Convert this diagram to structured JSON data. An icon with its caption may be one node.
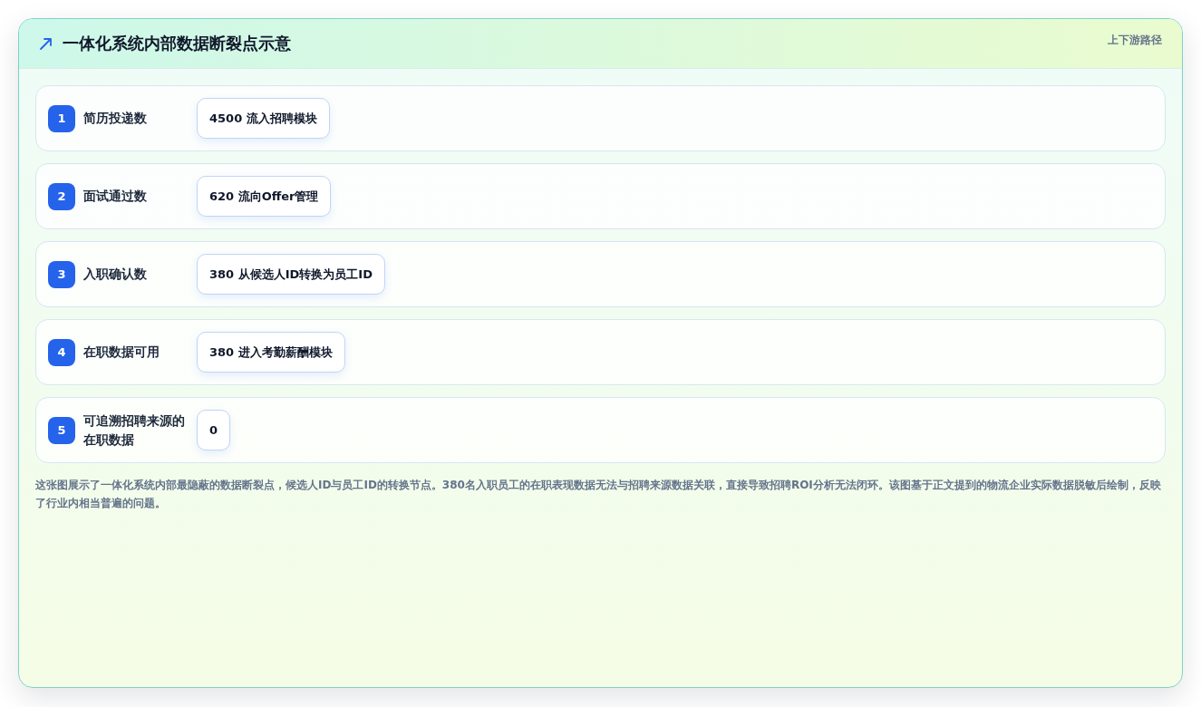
{
  "diagram": {
    "title": "一体化系统内部数据断裂点示意",
    "caption": "这张图展示了一体化系统内部最隐蔽的数据断裂点，候选人ID与员工ID的转换节点。380名入职员工的在职表现数据无法与招聘来源数据关联，直接导致招聘ROI分析无法闭环。该图基于正文提到的物流企业实际数据脱敏后绘制，反映了行业内相当普遍的问题。",
    "nodes": [
      {
        "text": [
          "简历投递数"
        ]
      },
      {
        "text": [
          "1"
        ],
        "in": 0
      },
      {
        "text": [
          "4500 流入招聘模块"
        ],
        "in": 0
      },
      {
        "text": [
          "面试通过数"
        ]
      },
      {
        "text": [
          "2"
        ],
        "in": 3
      },
      {
        "text": [
          "620 流向Offer管理"
        ],
        "in": 3
      },
      {
        "text": [
          "入职确认数"
        ]
      },
      {
        "text": [
          "3"
        ],
        "in": 6
      },
      {
        "text": [
          "380 从候选人ID转换为员工ID"
        ],
        "in": 6
      },
      {
        "text": [
          "在职数据可用"
        ]
      },
      {
        "text": [
          "4"
        ],
        "in": 9
      },
      {
        "text": [
          "380 进入考勤薪酬模块"
        ],
        "in": 9
      },
      {
        "text": [
          "可追溯招聘来源的在职数据"
        ]
      },
      {
        "text": [
          "5"
        ],
        "in": 12
      },
      {
        "text": [
          "0"
        ],
        "in": 12
      }
    ],
    "labels": [
      "上下游路径"
    ]
  }
}
